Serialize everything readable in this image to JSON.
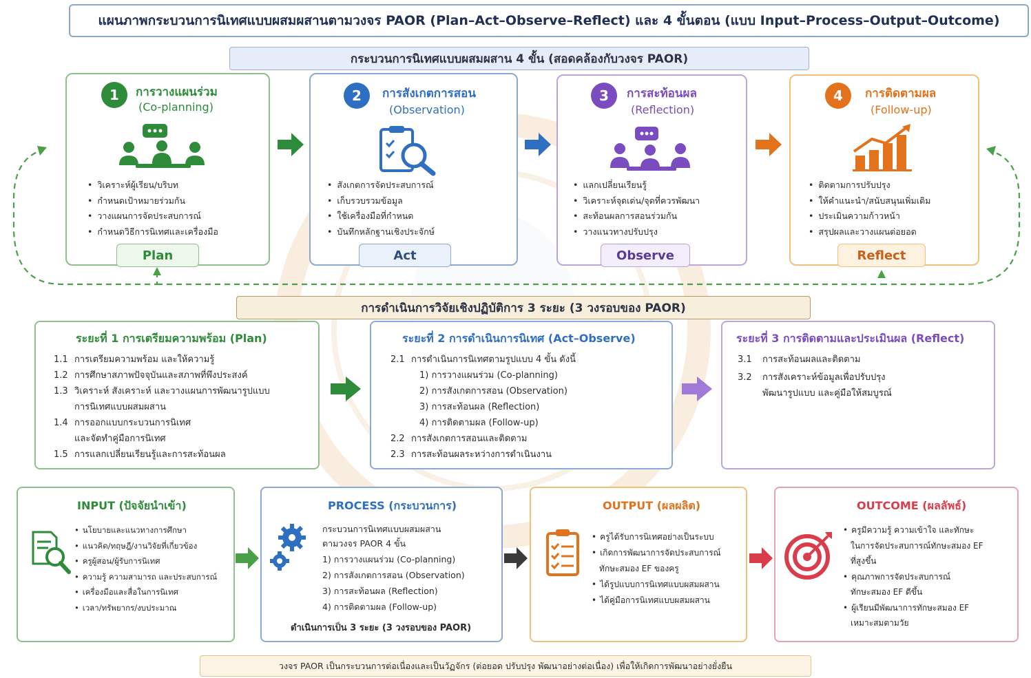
{
  "title": "แผนภาพกระบวนการนิเทศแบบผสมผสานตามวงจร PAOR (Plan–Act–Observe–Reflect) และ 4 ขั้นตอน (แบบ Input–Process–Output–Outcome)",
  "section1_header": "กระบวนการนิเทศแบบผสมผสาน 4 ขั้น (สอดคล้องกับวงจร PAOR)",
  "steps": [
    {
      "num": "1",
      "title": "การวางแผนร่วม",
      "subtitle": "(Co-planning)",
      "icon": "team-meeting-icon",
      "color": "#2e8b3a",
      "bullets": [
        "วิเคราะห์ผู้เรียน/บริบท",
        "กำหนดเป้าหมายร่วมกัน",
        "วางแผนการจัดประสบการณ์",
        "กำหนดวิธีการนิเทศและเครื่องมือ"
      ],
      "phase": "Plan"
    },
    {
      "num": "2",
      "title": "การสังเกตการสอน",
      "subtitle": "(Observation)",
      "icon": "clipboard-magnifier-icon",
      "color": "#2f6fc2",
      "bullets": [
        "สังเกตการจัดประสบการณ์",
        "เก็บรวบรวมข้อมูล",
        "ใช้เครื่องมือที่กำหนด",
        "บันทึกหลักฐานเชิงประจักษ์"
      ],
      "phase": "Act"
    },
    {
      "num": "3",
      "title": "การสะท้อนผล",
      "subtitle": "(Reflection)",
      "icon": "group-discussion-icon",
      "color": "#7a4cc0",
      "bullets": [
        "แลกเปลี่ยนเรียนรู้",
        "วิเคราะห์จุดเด่น/จุดที่ควรพัฒนา",
        "สะท้อนผลการสอนร่วมกัน",
        "วางแนวทางปรับปรุง"
      ],
      "phase": "Observe"
    },
    {
      "num": "4",
      "title": "การติดตามผล",
      "subtitle": "(Follow-up)",
      "icon": "growth-chart-icon",
      "color": "#e2721b",
      "bullets": [
        "ติดตามการปรับปรุง",
        "ให้คำแนะนำ/สนับสนุนเพิ่มเติม",
        "ประเมินความก้าวหน้า",
        "สรุปผลและวางแผนต่อยอด"
      ],
      "phase": "Reflect"
    }
  ],
  "section2_header": "การดำเนินการวิจัยเชิงปฏิบัติการ 3 ระยะ (3 วงรอบของ PAOR)",
  "phases": {
    "p1": {
      "title": "ระยะที่ 1 การเตรียมความพร้อม (Plan)",
      "items": [
        {
          "n": "1.1",
          "t": "การเตรียมความพร้อม และให้ความรู้"
        },
        {
          "n": "1.2",
          "t": "การศึกษาสภาพปัจจุบันและสภาพที่พึงประสงค์"
        },
        {
          "n": "1.3",
          "t": "วิเคราะห์ สังเคราะห์ และวางแผนการพัฒนารูปแบบ",
          "t2": "การนิเทศแบบผสมผสาน"
        },
        {
          "n": "1.4",
          "t": "การออกแบบกระบวนการนิเทศ",
          "t2": "และจัดทำคู่มือการนิเทศ"
        },
        {
          "n": "1.5",
          "t": "การแลกเปลี่ยนเรียนรู้และการสะท้อนผล"
        }
      ]
    },
    "p2": {
      "title": "ระยะที่ 2 การดำเนินการนิเทศ (Act–Observe)",
      "i21": "2.1",
      "t21": "การดำเนินการนิเทศตามรูปแบบ 4 ขั้น ดังนี้",
      "subs": [
        "1) การวางแผนร่วม (Co-planning)",
        "2) การสังเกตการสอน (Observation)",
        "3) การสะท้อนผล (Reflection)",
        "4) การติดตามผล (Follow-up)"
      ],
      "i22": "2.2",
      "t22": "การสังเกตการสอนและติดตาม",
      "i23": "2.3",
      "t23": "การสะท้อนผลระหว่างการดำเนินงาน"
    },
    "p3": {
      "title": "ระยะที่ 3 การติดตามและประเมินผล (Reflect)",
      "i31": "3.1",
      "t31": "การสะท้อนผลและติดตาม",
      "i32": "3.2",
      "t32": "การสังเคราะห์ข้อมูลเพื่อปรับปรุง",
      "t32b": "พัฒนารูปแบบ และคู่มือให้สมบูรณ์"
    }
  },
  "ipo": {
    "input": {
      "title": "INPUT (ปัจจัยนำเข้า)",
      "icon": "search-document-icon",
      "items": [
        "นโยบายและแนวทางการศึกษา",
        "แนวคิด/ทฤษฎี/งานวิจัยที่เกี่ยวข้อง",
        "ครูผู้สอน/ผู้รับการนิเทศ",
        "ความรู้ ความสามารถ และประสบการณ์",
        "เครื่องมือและสื่อในการนิเทศ",
        "เวลา/ทรัพยากร/งบประมาณ"
      ]
    },
    "process": {
      "title": "PROCESS (กระบวนการ)",
      "icon": "gears-icon",
      "line1": "กระบวนการนิเทศแบบผสมผสาน",
      "line2": "ตามวงจร PAOR 4 ขั้น",
      "subs": [
        "1) การวางแผนร่วม (Co-planning)",
        "2) การสังเกตการสอน (Observation)",
        "3) การสะท้อนผล (Reflection)",
        "4) การติดตามผล (Follow-up)"
      ],
      "footer": "ดำเนินการเป็น 3 ระยะ (3 วงรอบของ PAOR)"
    },
    "output": {
      "title": "OUTPUT (ผลผลิต)",
      "icon": "checklist-icon",
      "l1": "ครูได้รับการนิเทศอย่างเป็นระบบ",
      "l2": "เกิดการพัฒนาการจัดประสบการณ์",
      "l2b": "ทักษะสมอง EF ของครู",
      "l3": "ได้รูปแบบการนิเทศแบบผสมผสาน",
      "l4": "ได้คู่มือการนิเทศแบบผสมผสาน"
    },
    "outcome": {
      "title": "OUTCOME (ผลลัพธ์)",
      "icon": "target-icon",
      "l1": "ครูมีความรู้ ความเข้าใจ และทักษะ",
      "l1b": "ในการจัดประสบการณ์ทักษะสมอง EF",
      "l1c": "ที่สูงขึ้น",
      "l2": "คุณภาพการจัดประสบการณ์",
      "l2b": "ทักษะสมอง EF ดีขึ้น",
      "l3": "ผู้เรียนมีพัฒนาการทักษะสมอง EF",
      "l3b": "เหมาะสมตามวัย"
    }
  },
  "footer": "วงจร PAOR เป็นกระบวนการต่อเนื่องและเป็นวัฏจักร (ต่อยอด ปรับปรุง พัฒนาอย่างต่อเนื่อง) เพื่อให้เกิดการพัฒนาอย่างยั่งยืน",
  "colors": {
    "green": "#2e8b3a",
    "blue": "#2f6fc2",
    "purple": "#7a4cc0",
    "orange": "#e2721b",
    "red": "#d93d4b",
    "dark": "#3a3a3a"
  }
}
